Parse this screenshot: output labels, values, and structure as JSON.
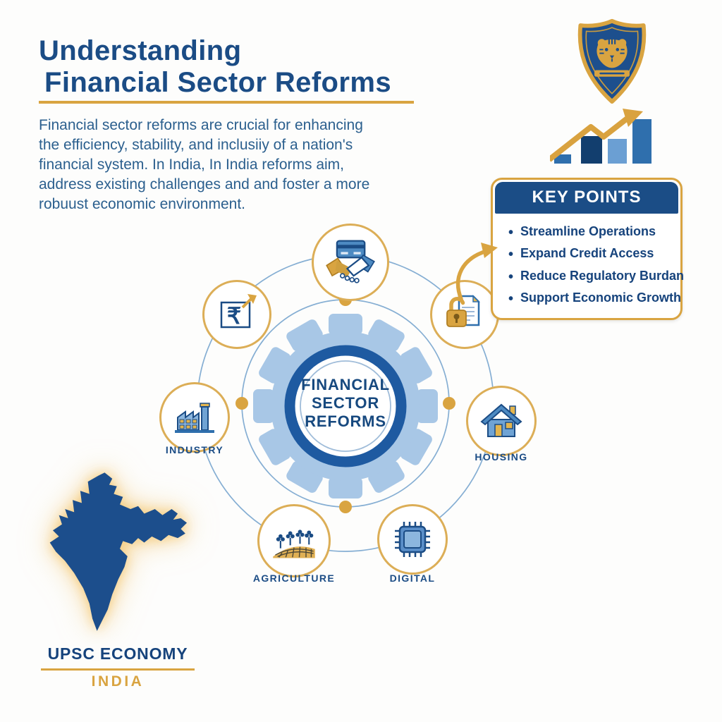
{
  "header": {
    "title_line1": "Understanding",
    "title_line2": "Financial Sector Reforms",
    "intro": "Financial sector reforms are crucial for enhancing the efficiency, stability, and inclusiiy of a nation's financial system. In India, In India reforms aim, address existing challenges and and foster a more robuust economic environment."
  },
  "key_points": {
    "title": "KEY POINTS",
    "items": [
      "Streamline Operations",
      "Expand Credit Access",
      "Reduce Regulatory Burdan",
      "Support Economic Growth"
    ]
  },
  "hub": {
    "line1": "FINANCIAL",
    "line2": "SECTOR",
    "line3": "REFORMS"
  },
  "sectors": [
    {
      "id": "trade-handshake",
      "label": ""
    },
    {
      "id": "rupee-growth",
      "label": ""
    },
    {
      "id": "secure-documents",
      "label": ""
    },
    {
      "id": "industry",
      "label": "INDUSTRY"
    },
    {
      "id": "housing",
      "label": "HOUSING"
    },
    {
      "id": "agriculture",
      "label": "AGRICULTURE"
    },
    {
      "id": "digital",
      "label": "DIGITAL"
    }
  ],
  "glyphs": {
    "rupee": "₹"
  },
  "brand": {
    "name": "UPSC ECONOMY",
    "country": "INDIA"
  },
  "colors": {
    "primary_blue": "#1b4c85",
    "ring_blue": "#1e5aa1",
    "gear_blue": "#a8c7e6",
    "accent_gold": "#d9a441",
    "paragraph_blue": "#2b5f8e",
    "bar_navy": "#123e6e",
    "bar_mid_blue": "#2f6fad",
    "bar_light_blue": "#6b9fd3"
  }
}
